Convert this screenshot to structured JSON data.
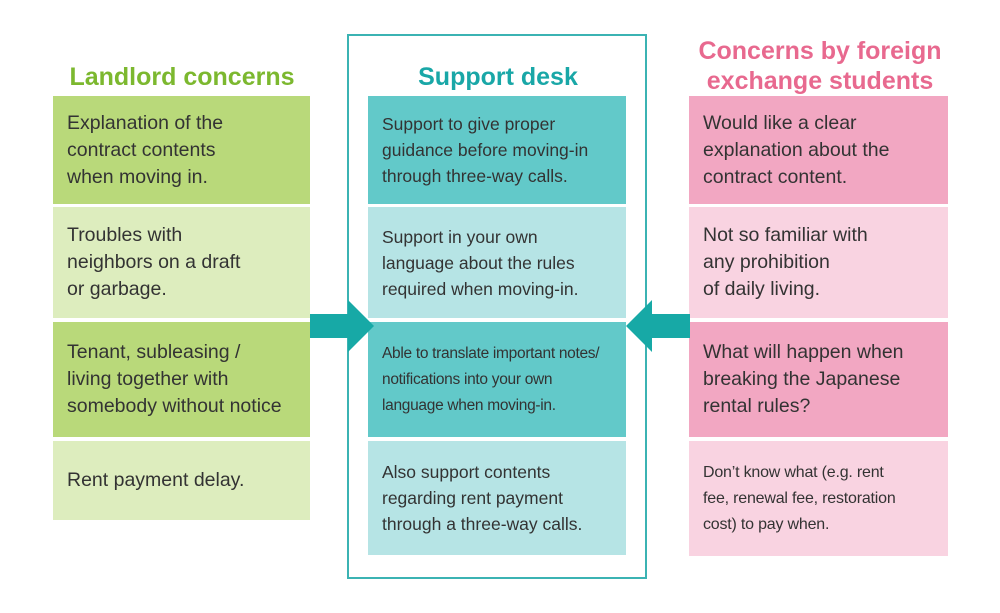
{
  "columns": {
    "left": {
      "title": "Landlord concerns",
      "items": [
        "Explanation of the\ncontract contents\nwhen moving in.",
        "Troubles with\nneighbors on a draft\nor garbage.",
        "Tenant, subleasing /\nliving together with\nsomebody without notice",
        "Rent payment delay."
      ]
    },
    "middle": {
      "title": "Support desk",
      "items": [
        "Support to give proper\nguidance before moving-in\nthrough three-way calls.",
        "Support in your own\nlanguage about the rules\nrequired when moving-in.",
        "Able to translate important notes/\nnotifications into your own\nlanguage when moving-in.",
        "Also support contents\nregarding rent payment\nthrough a three-way calls."
      ]
    },
    "right": {
      "title": "Concerns by foreign\nexchange students",
      "items": [
        "Would like a clear\nexplanation about the\ncontract content.",
        "Not so familiar with\nany prohibition\nof daily living.",
        "What will happen when\nbreaking the Japanese\nrental rules?",
        "Don’t know what (e.g. rent\nfee, renewal fee, restoration\ncost) to pay when."
      ]
    }
  },
  "colors": {
    "left_title": "#7cb82f",
    "middle_title": "#19a7a7",
    "right_title": "#e8698f",
    "arrow": "#17a9a6"
  }
}
